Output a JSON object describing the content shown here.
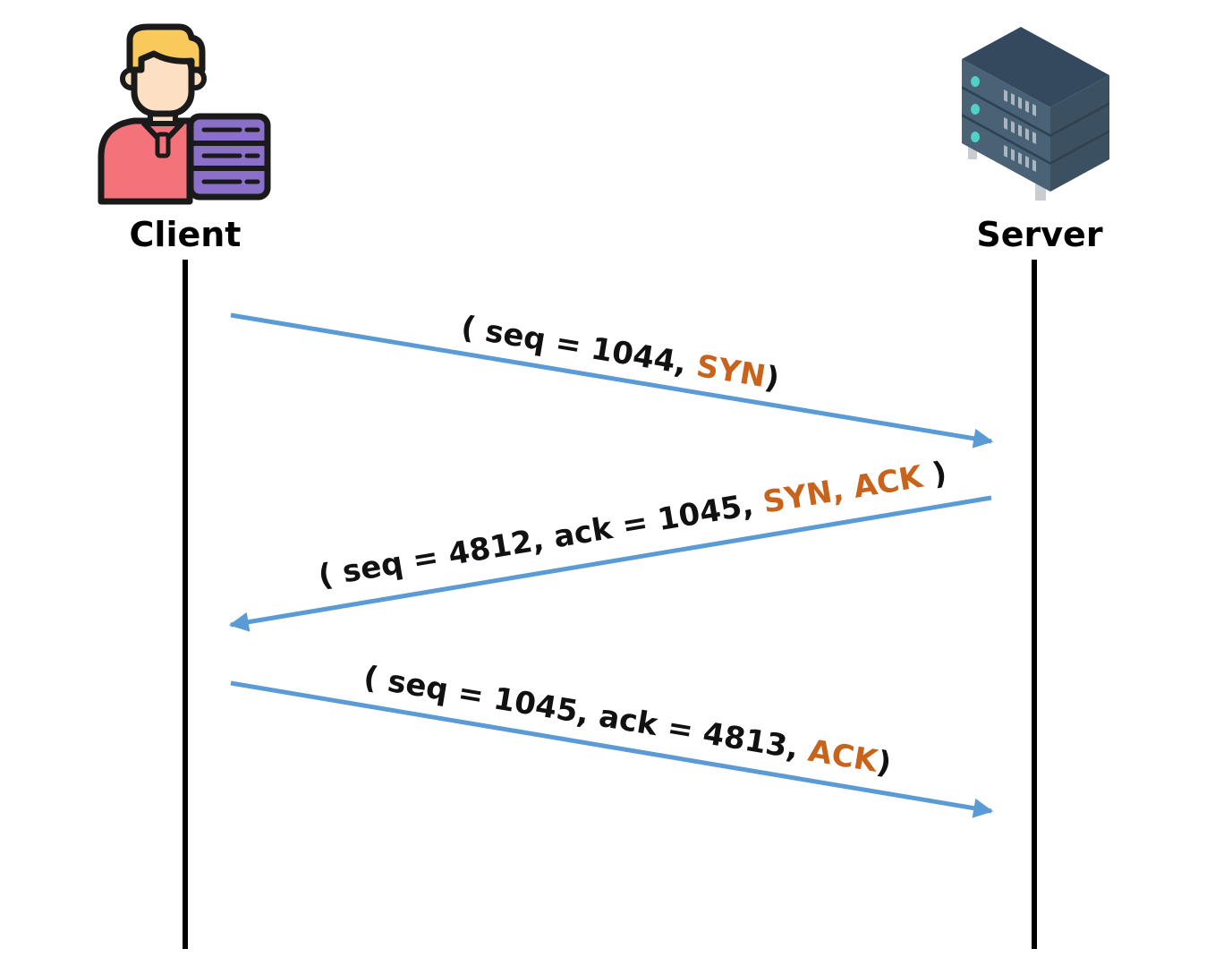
{
  "actors": {
    "client": {
      "label": "Client",
      "icon": "client-person-server-icon"
    },
    "server": {
      "label": "Server",
      "icon": "server-rack-icon"
    }
  },
  "messages": [
    {
      "direction": "client-to-server",
      "open": "( seq = 1044, ",
      "flags": "SYN",
      "close": ")"
    },
    {
      "direction": "server-to-client",
      "open": "( seq = 4812, ack = 1045, ",
      "flags": "SYN, ACK",
      "close": " )"
    },
    {
      "direction": "client-to-server",
      "open": "( seq = 1045, ack = 4813, ",
      "flags": "ACK",
      "close": ")"
    }
  ],
  "colors": {
    "arrow": "#5b9bd5",
    "flag_text": "#c8631b",
    "lifeline": "#000000",
    "label_text": "#111111"
  }
}
